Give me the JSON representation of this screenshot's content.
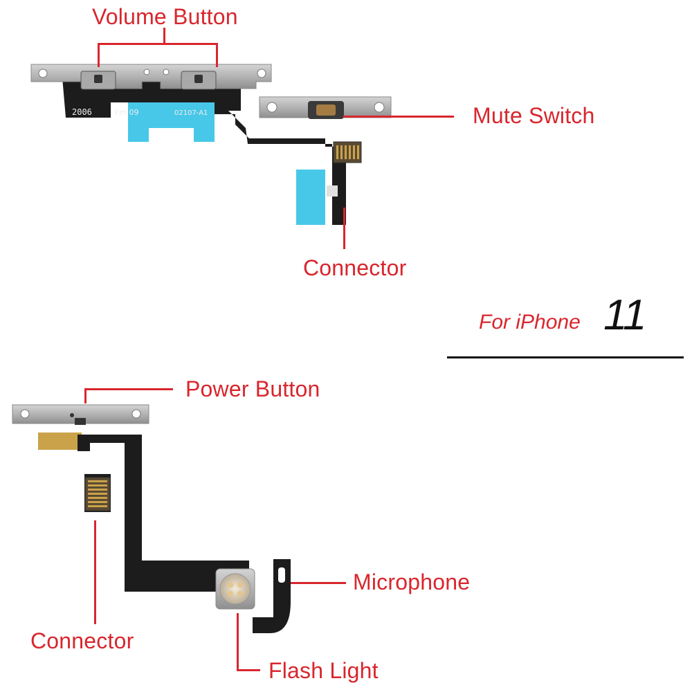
{
  "top_assembly": {
    "labels": {
      "volume_button": "Volume Button",
      "mute_switch": "Mute Switch",
      "connector": "Connector"
    },
    "pcb_markings": [
      "2006",
      "Fm 09",
      "02107-A1"
    ]
  },
  "bottom_assembly": {
    "labels": {
      "power_button": "Power Button",
      "microphone": "Microphone",
      "connector": "Connector",
      "flash_light": "Flash Light"
    }
  },
  "product": {
    "for_text": "For iPhone",
    "model": "11"
  },
  "colors": {
    "label_red": "#d8262d",
    "flex_black": "#1c1c1c",
    "bracket_silver": "#b9b9b9",
    "adhesive_blue": "#48c8e8",
    "copper": "#c9a24a"
  }
}
